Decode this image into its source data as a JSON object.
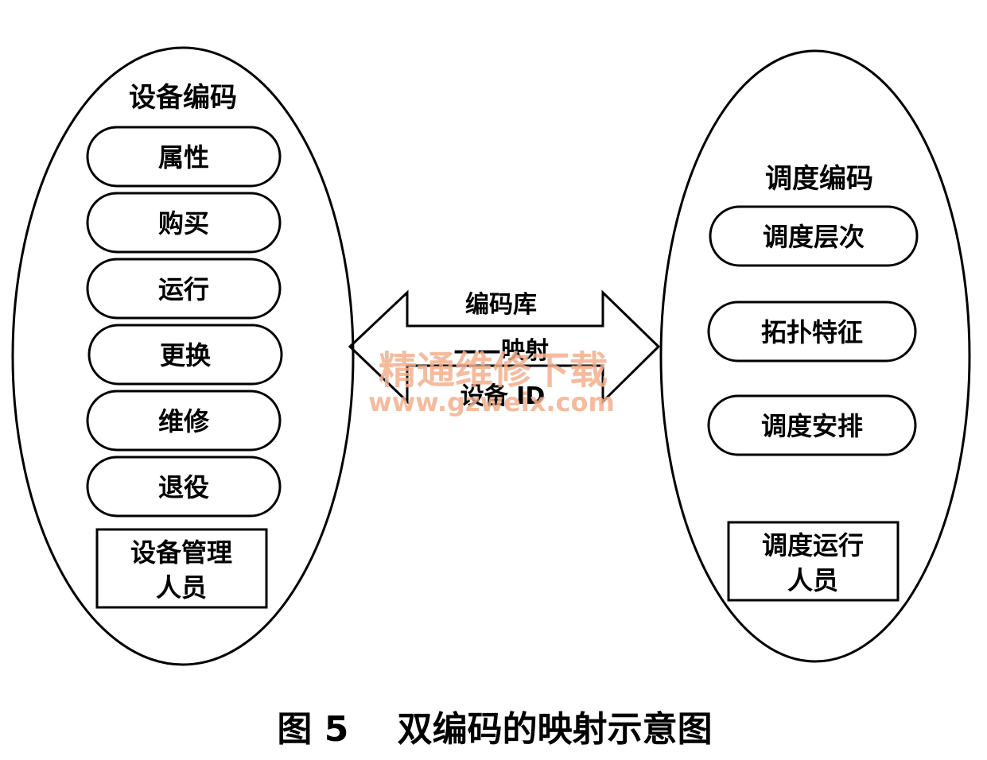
{
  "left_group": {
    "title": "设备编码",
    "items": [
      "属性",
      "购买",
      "运行",
      "更换",
      "维修",
      "退役"
    ],
    "role_line1": "设备管理",
    "role_line2": "人员"
  },
  "right_group": {
    "title": "调度编码",
    "items": [
      "调度层次",
      "拓扑特征",
      "调度安排"
    ],
    "role_line1": "调度运行",
    "role_line2": "人员"
  },
  "mapping_arrow": {
    "line1": "编码库",
    "line2": "——映射",
    "line3": "设备 ID"
  },
  "watermark": {
    "line1": "精通维修下载",
    "line2": "www.gzweix.com"
  },
  "caption": "图 5    双编码的映射示意图"
}
